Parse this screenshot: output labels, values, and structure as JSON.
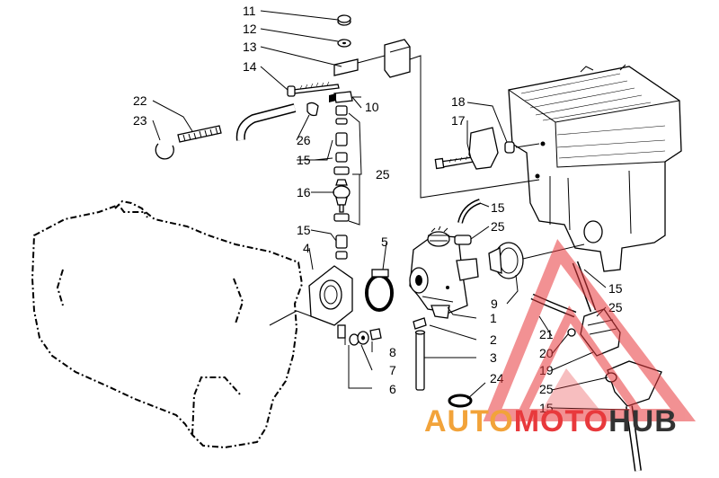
{
  "callouts": [
    {
      "n": "11"
    },
    {
      "n": "12"
    },
    {
      "n": "13"
    },
    {
      "n": "14"
    },
    {
      "n": "10"
    },
    {
      "n": "22"
    },
    {
      "n": "23"
    },
    {
      "n": "26"
    },
    {
      "n": "15"
    },
    {
      "n": "25"
    },
    {
      "n": "16"
    },
    {
      "n": "15"
    },
    {
      "n": "4"
    },
    {
      "n": "5"
    },
    {
      "n": "18"
    },
    {
      "n": "17"
    },
    {
      "n": "15"
    },
    {
      "n": "25"
    },
    {
      "n": "9"
    },
    {
      "n": "15"
    },
    {
      "n": "25"
    },
    {
      "n": "1"
    },
    {
      "n": "2"
    },
    {
      "n": "3"
    },
    {
      "n": "21"
    },
    {
      "n": "20"
    },
    {
      "n": "19"
    },
    {
      "n": "8"
    },
    {
      "n": "7"
    },
    {
      "n": "6"
    },
    {
      "n": "24"
    },
    {
      "n": "25"
    },
    {
      "n": "15"
    }
  ],
  "watermark": {
    "part1": "AUTO",
    "part2": "MOTO",
    "part3": "HUB",
    "colors": {
      "orange": "#f2a33a",
      "red": "#e8393c",
      "dark": "#333333"
    }
  },
  "colors": {
    "line": "#000000",
    "background": "#ffffff"
  }
}
